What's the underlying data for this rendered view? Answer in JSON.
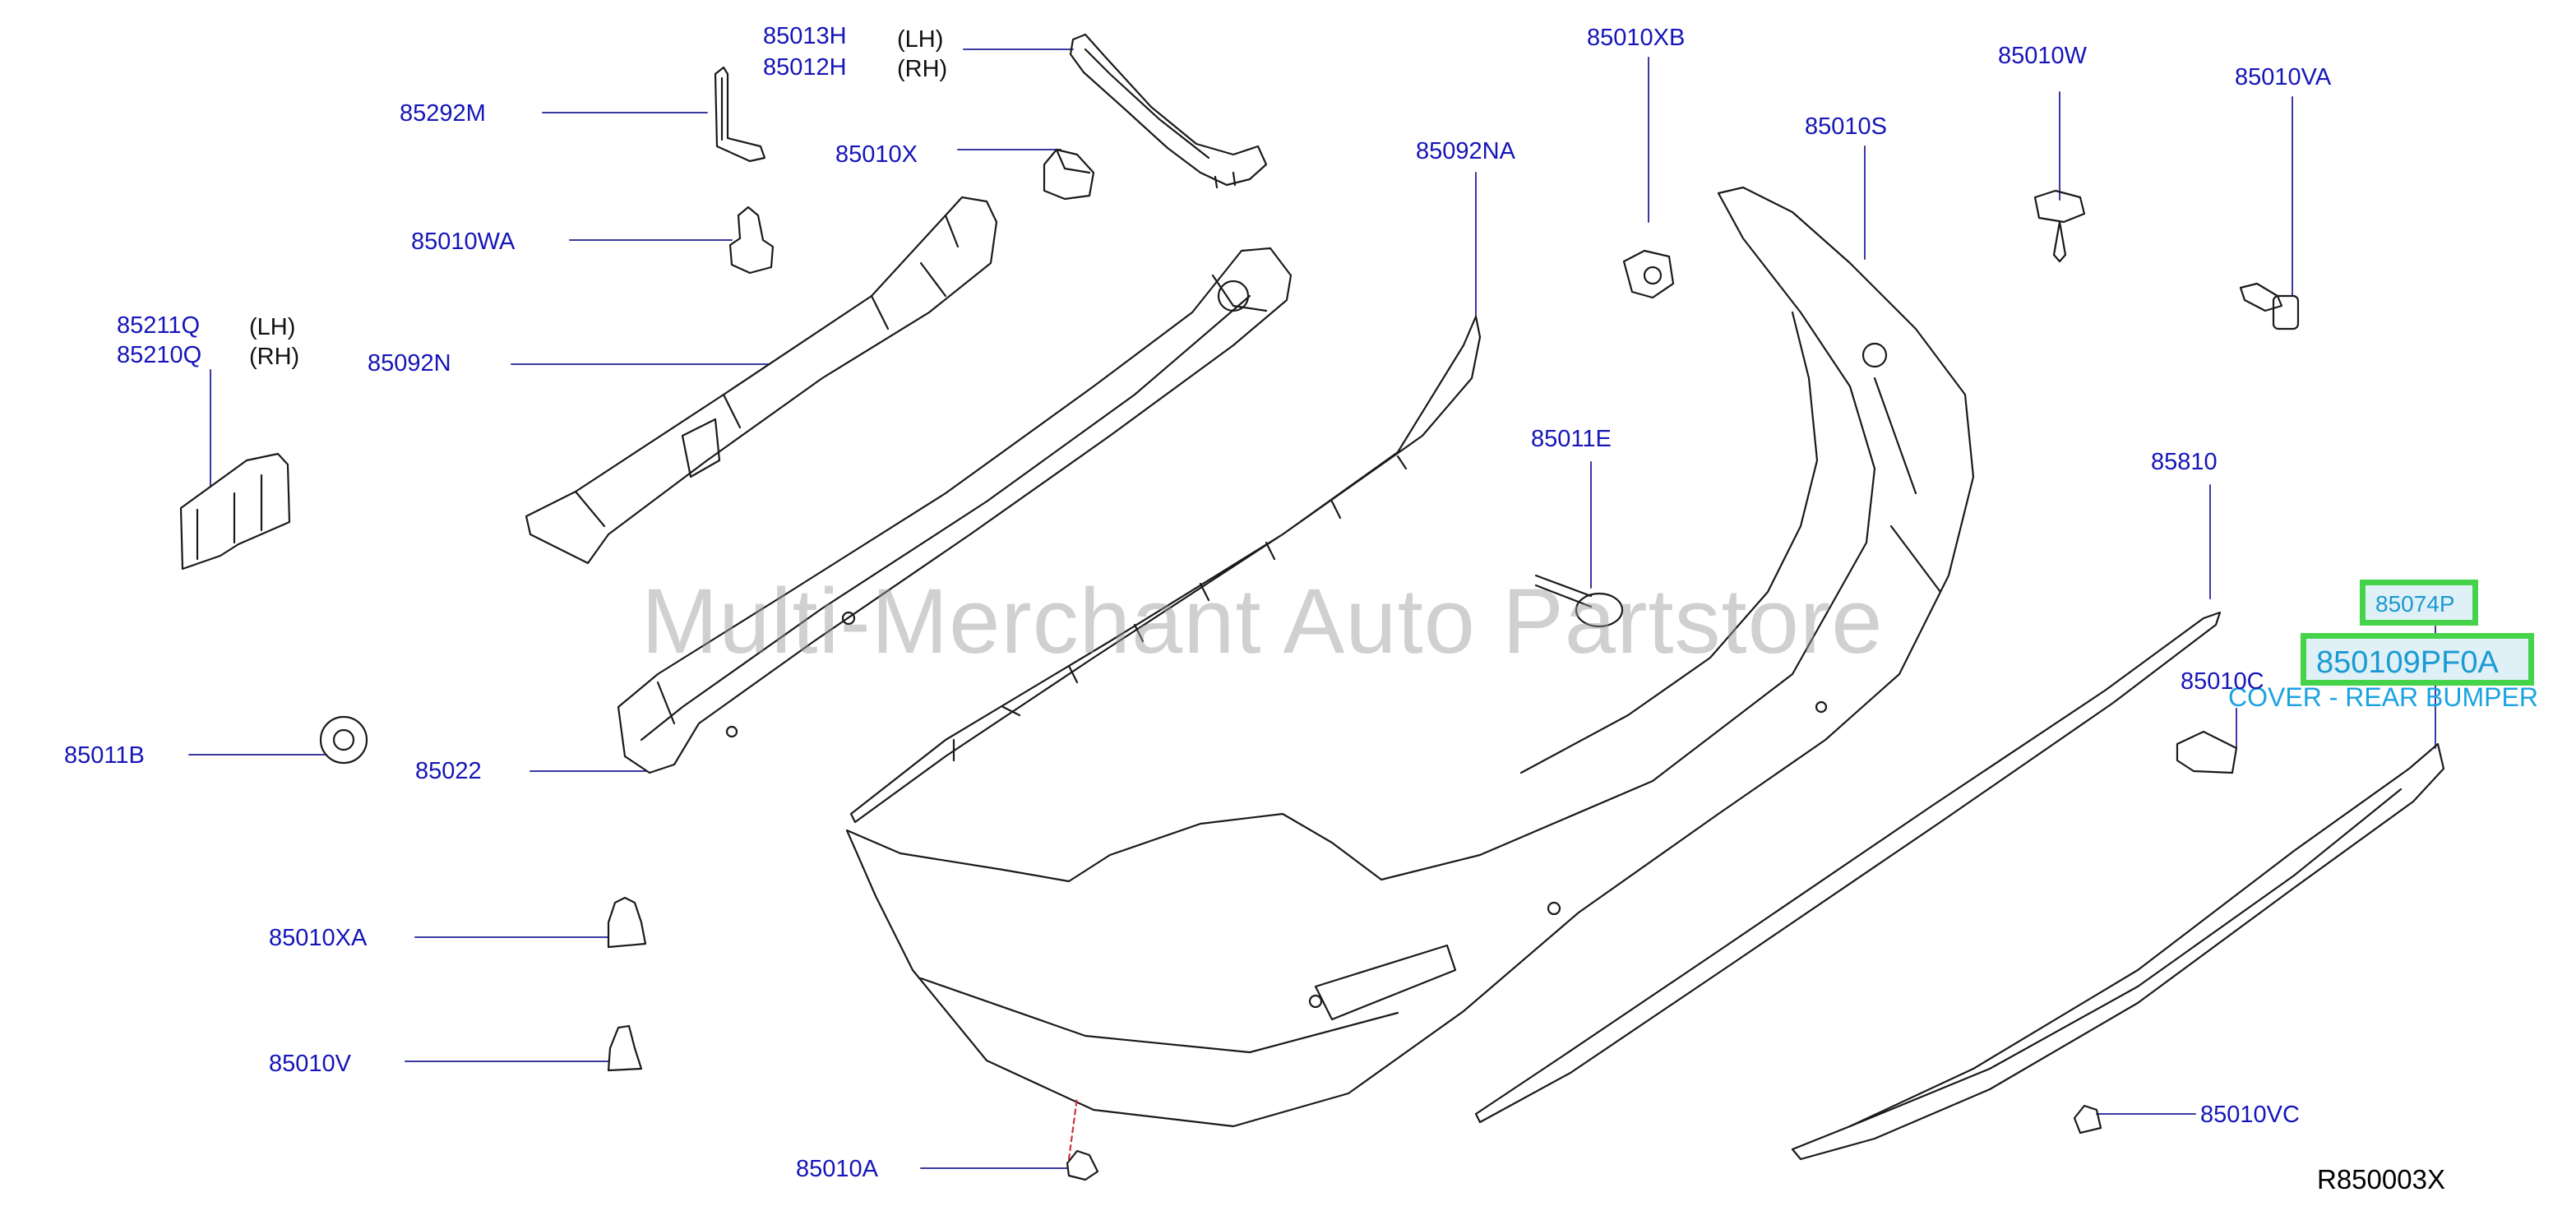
{
  "watermark": "Multi-Merchant Auto Partstore",
  "diagram_ref": "R850003X",
  "side_labels": {
    "lh": "(LH)",
    "rh": "(RH)"
  },
  "parts": {
    "p85013H": "85013H",
    "p85012H": "85012H",
    "p85292M": "85292M",
    "p85010X": "85010X",
    "p85010WA": "85010WA",
    "p85211Q": "85211Q",
    "p85210Q": "85210Q",
    "p85092N": "85092N",
    "p85092NA": "85092NA",
    "p85010XB": "85010XB",
    "p85010S": "85010S",
    "p85010W": "85010W",
    "p85010VA": "85010VA",
    "p85011E": "85011E",
    "p85810": "85810",
    "p85074P": "85074P",
    "p85010C": "85010C",
    "p85011B": "85011B",
    "p85022": "85022",
    "p85010XA": "85010XA",
    "p85010V": "85010V",
    "p85010A": "85010A",
    "p85010VC": "85010VC"
  },
  "highlighted_part": {
    "number": "850109PF0A",
    "description": "COVER - REAR BUMPER"
  },
  "colors": {
    "label_blue": "#1515b8",
    "highlight_border": "#45d34a",
    "highlight_text": "#1a9ad2",
    "watermark": "#969696"
  }
}
